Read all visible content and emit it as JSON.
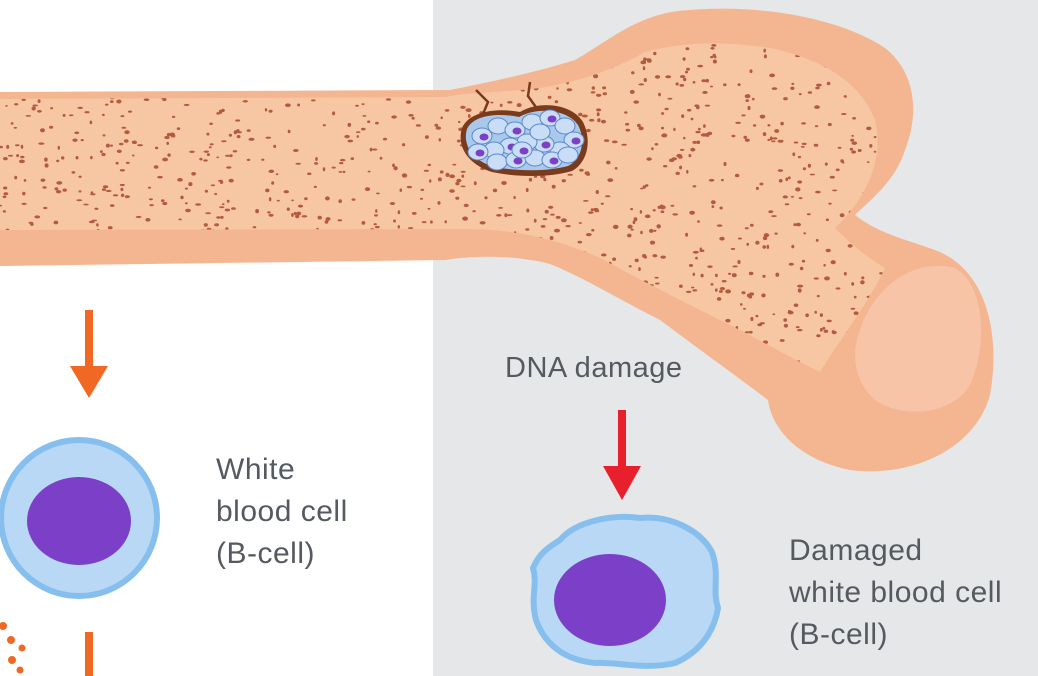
{
  "labels": {
    "dna_damage": "DNA damage",
    "white_blood_cell": {
      "line1": "White",
      "line2": "blood cell",
      "line3": "(B-cell)"
    },
    "damaged_white_blood_cell": {
      "line1": "Damaged",
      "line2": "white blood cell",
      "line3": "(B-cell)"
    }
  },
  "colors": {
    "background_left": "#ffffff",
    "background_right": "#e6e7e9",
    "bone_outer": "#f3b691",
    "bone_inner": "#f7c6a3",
    "bone_dots": "#b45a3d",
    "joint_highlight": "#f8c4a8",
    "cell_cytoplasm": "#b8d8f5",
    "cell_outline": "#86bfee",
    "cell_nucleus": "#7b3fc8",
    "arrow_orange": "#f06823",
    "arrow_red": "#e8202b",
    "tumor_outline": "#7a3b1c",
    "text": "#555a60"
  },
  "icons": {
    "arrow_down": "arrow-down-icon"
  }
}
